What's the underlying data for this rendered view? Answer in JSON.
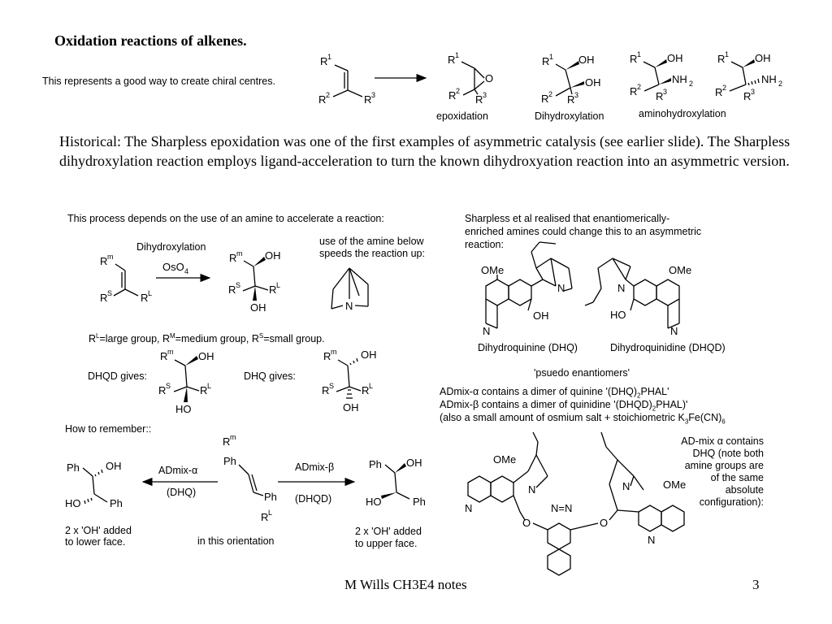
{
  "slide": {
    "title": "Oxidation reactions of alkenes.",
    "chiral_note": "This represents a good way to create chiral centres.",
    "product_labels": {
      "epoxidation": "epoxidation",
      "dihydroxylation": "Dihydroxylation",
      "aminohydroxylation": "aminohydroxylation"
    },
    "historical": "Historical: The Sharpless epoxidation was one of the first examples of asymmetric catalysis (see earlier slide). The Sharpless dihydroxylation reaction employs ligand-acceleration to turn the known dihydroxyation reaction into an asymmetric version.",
    "amine_process": "This process depends on the use of an amine to accelerate a reaction:",
    "dihydroxylation_label": "Dihydroxylation",
    "amine_below_1": "use of the amine below",
    "amine_below_2": "speeds the reaction up:",
    "group_definition": "R=large group, R=medium group, R=small group.",
    "dhqd_gives": "DHQD gives:",
    "dhq_gives": "DHQ gives:",
    "sharpless_realised_1": "Sharpless et al realised that enantiomerically-",
    "sharpless_realised_2": "enriched amines could change this to an asymmetric",
    "sharpless_realised_3": "reaction:",
    "dhq_name": "Dihydroquinine (DHQ)",
    "dhqd_name": "Dihydroquinidine (DHQD)",
    "pseudo": "'psuedo enantiomers'",
    "admix_alpha_line": "ADmix-α contains a dimer of quinine '(DHQ)PHAL'",
    "admix_beta_line": "ADmix-β contains a dimer of quinidine '(DHQD)PHAL)'",
    "osmium_line": "(also a small amount of osmium salt + stoichiometric KFe(CN)",
    "how_to_remember": "How to remember::",
    "admix_alpha": "ADmix-α",
    "dhq_paren": "(DHQ)",
    "admix_beta": "ADmix-β",
    "dhqd_paren": "(DHQD)",
    "lower_face_1": "2 x 'OH' added",
    "lower_face_2": "to lower face.",
    "in_orientation": "in this orientation",
    "upper_face_1": "2 x 'OH' added",
    "upper_face_2": "to upper face.",
    "admix_alpha_note": [
      "AD-mix α contains",
      "DHQ (note both",
      "amine groups are",
      "of the same",
      "absolute",
      "configuration):"
    ],
    "footer": "M Wills CH3E4 notes",
    "page_number": "3"
  }
}
